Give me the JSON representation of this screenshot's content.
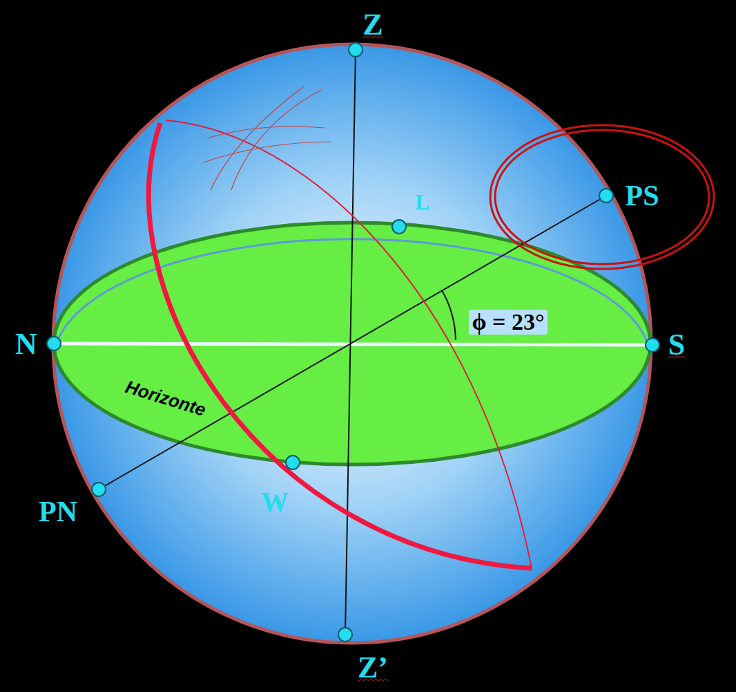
{
  "diagram": {
    "labels": [
      "Z",
      "PS",
      "L",
      "N",
      "S",
      "ϕ = 23°",
      "Horizonte",
      "W",
      "PN",
      "Z’"
    ]
  }
}
